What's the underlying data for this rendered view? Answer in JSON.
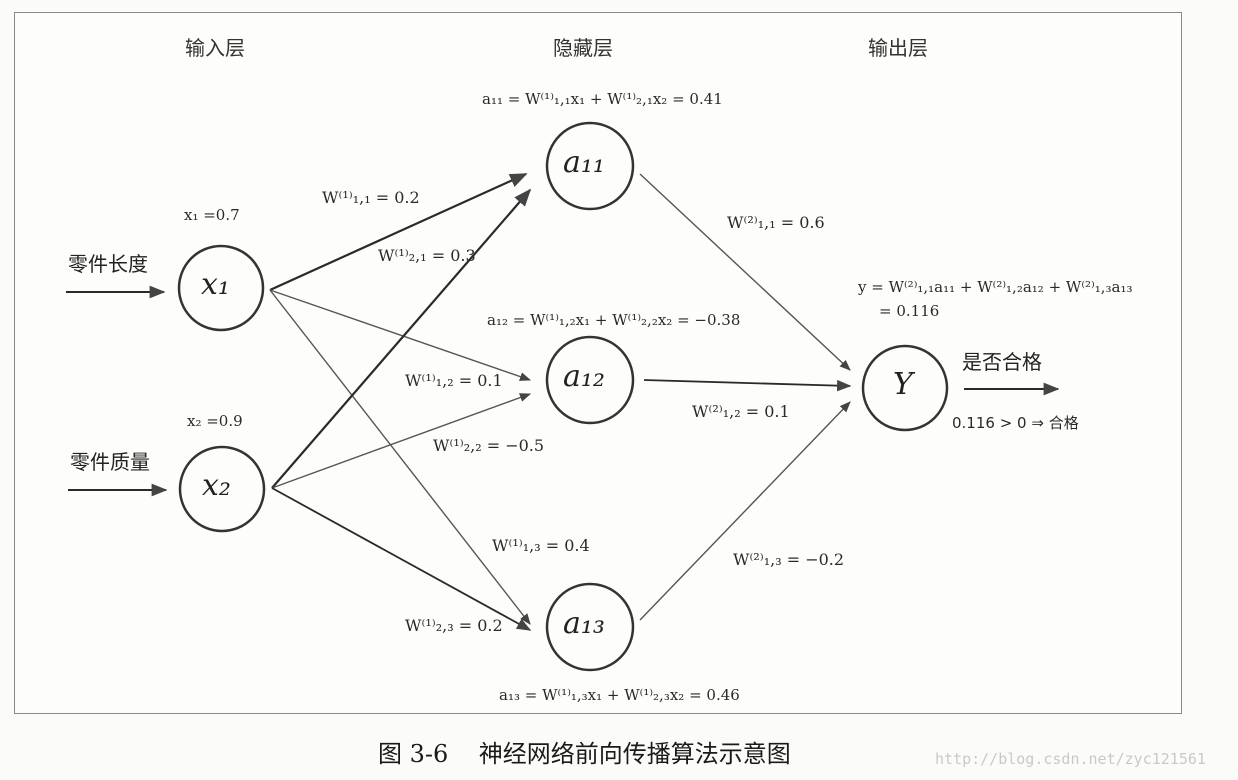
{
  "layers": {
    "input": "输入层",
    "hidden": "隐藏层",
    "output": "输出层"
  },
  "inputs": {
    "x1_name": "零件长度",
    "x2_name": "零件质量",
    "x1_value": "x₁ =0.7",
    "x2_value": "x₂ =0.9"
  },
  "nodes": {
    "x1": "x₁",
    "x2": "x₂",
    "a11": "a₁₁",
    "a12": "a₁₂",
    "a13": "a₁₃",
    "y": "Y"
  },
  "weights": {
    "w111": "W⁽¹⁾₁,₁ = 0.2",
    "w121": "W⁽¹⁾₂,₁ = 0.3",
    "w112": "W⁽¹⁾₁,₂ = 0.1",
    "w122": "W⁽¹⁾₂,₂ = −0.5",
    "w113": "W⁽¹⁾₁,₃ = 0.4",
    "w123": "W⁽¹⁾₂,₃ = 0.2",
    "w211": "W⁽²⁾₁,₁ = 0.6",
    "w212": "W⁽²⁾₁,₂ = 0.1",
    "w213": "W⁽²⁾₁,₃ = −0.2"
  },
  "formulas": {
    "a11": "a₁₁ = W⁽¹⁾₁,₁x₁ + W⁽¹⁾₂,₁x₂ = 0.41",
    "a12": "a₁₂ = W⁽¹⁾₁,₂x₁ + W⁽¹⁾₂,₂x₂ = −0.38",
    "a13": "a₁₃ = W⁽¹⁾₁,₃x₁ + W⁽¹⁾₂,₃x₂ = 0.46",
    "y_line1": "y = W⁽²⁾₁,₁a₁₁ + W⁽²⁾₁,₂a₁₂ + W⁽²⁾₁,₃a₁₃",
    "y_line2": "= 0.116"
  },
  "output": {
    "name": "是否合格",
    "decision": "0.116 > 0 ⇒ 合格"
  },
  "caption": "图 3-6    神经网络前向传播算法示意图",
  "watermark": "http://blog.csdn.net/zyc121561",
  "colors": {
    "line": "#555555",
    "thick_line": "#2a2a2a",
    "node_stroke": "#333333"
  }
}
